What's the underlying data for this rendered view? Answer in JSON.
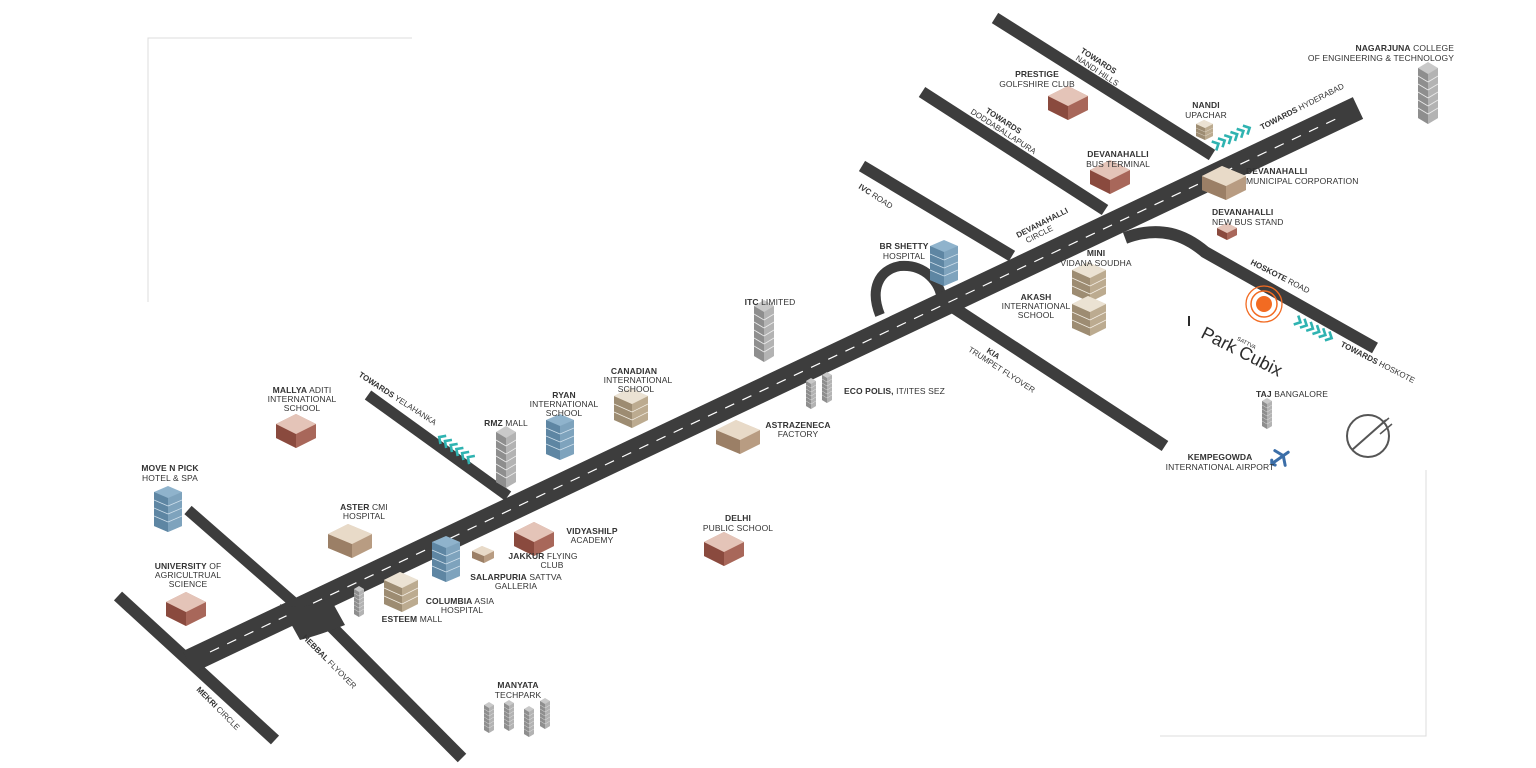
{
  "colors": {
    "road": "#3d3d3d",
    "arrow": "#2fb3b1",
    "marker": "#f26b22",
    "plane": "#3b6ea8",
    "panel_border": "#dcdcdc"
  },
  "roads": {
    "towards_nandi_hills": {
      "bold": "TOWARDS",
      "text": "NANDI HILLS"
    },
    "towards_doddaballapura": {
      "bold": "TOWARDS",
      "text": "DODDABALLAPURA"
    },
    "ivc_road": {
      "bold": "IVC",
      "text": "ROAD"
    },
    "devanahalli_circle": {
      "bold": "DEVANAHALLI",
      "text": "CIRCLE"
    },
    "towards_hyderabad": {
      "bold": "TOWARDS",
      "text": "HYDERABAD"
    },
    "hoskote_road": {
      "bold": "HOSKOTE",
      "text": "ROAD"
    },
    "towards_hoskote": {
      "bold": "TOWARDS",
      "text": "HOSKOTE"
    },
    "kia_trumpet": {
      "bold": "KIA",
      "text": "TRUMPET FLYOVER"
    },
    "towards_yelahanka": {
      "bold": "TOWARDS",
      "text": "YELAHANKA"
    },
    "hebbal_flyover": {
      "bold": "HEBBAL",
      "text": "FLYOVER"
    },
    "mekri_circle": {
      "bold": "MEKRI",
      "text": "CIRCLE"
    }
  },
  "landmarks": {
    "nagarjuna": {
      "bold": "NAGARJUNA",
      "line1": "COLLEGE",
      "line2": "OF ENGINEERING & TECHNOLOGY"
    },
    "prestige": {
      "bold": "PRESTIGE",
      "line2": "GOLFSHIRE CLUB"
    },
    "nandi_upachar": {
      "bold": "NANDI",
      "line2": "UPACHAR"
    },
    "devanahalli_bus_terminal": {
      "bold": "DEVANAHALLI",
      "line2": "BUS TERMINAL"
    },
    "devanahalli_municipal": {
      "bold": "DEVANAHALLI",
      "line2": "MUNICIPAL CORPORATION"
    },
    "devanahalli_new_bus_stand": {
      "bold": "DEVANAHALLI",
      "line2": "NEW BUS STAND"
    },
    "mini_vidana_soudha": {
      "bold": "MINI",
      "line2": "VIDANA SOUDHA"
    },
    "akash_school": {
      "bold": "AKASH",
      "line2": "INTERNATIONAL",
      "line3": "SCHOOL"
    },
    "br_shetty": {
      "bold": "BR SHETTY",
      "line2": "HOSPITAL"
    },
    "itc": {
      "bold": "ITC",
      "line1": "LIMITED"
    },
    "canadian_school": {
      "bold": "CANADIAN",
      "line2": "INTERNATIONAL",
      "line3": "SCHOOL"
    },
    "ryan_school": {
      "bold": "RYAN",
      "line2": "INTERNATIONAL",
      "line3": "SCHOOL"
    },
    "rmz_mall": {
      "bold": "RMZ",
      "line1": "MALL"
    },
    "mallya_school": {
      "bold": "MALLYA",
      "line1": "ADITI",
      "line2": "INTERNATIONAL",
      "line3": "SCHOOL"
    },
    "eco_polis": {
      "bold": "ECO POLIS,",
      "line1": "IT/ITES SEZ"
    },
    "astrazeneca": {
      "bold": "ASTRAZENECA",
      "line2": "FACTORY"
    },
    "taj": {
      "bold": "TAJ",
      "line1": "BANGALORE"
    },
    "kempegowda": {
      "bold": "KEMPEGOWDA",
      "line2": "INTERNATIONAL AIRPORT"
    },
    "move_n_pick": {
      "bold": "MOVE N PICK",
      "line2": "HOTEL & SPA"
    },
    "aster_cmi": {
      "bold": "ASTER",
      "line1": "CMI",
      "line2": "HOSPITAL"
    },
    "vidyashilp": {
      "bold": "VIDYASHILP",
      "line2": "ACADEMY"
    },
    "jakkur": {
      "bold": "JAKKUR",
      "line1": "FLYING",
      "line2": "CLUB"
    },
    "salarpuria": {
      "bold": "SALARPURIA",
      "line1": "SATTVA",
      "line2": "GALLERIA"
    },
    "delhi_public_school": {
      "bold": "DELHI",
      "line2": "PUBLIC SCHOOL"
    },
    "university_agri": {
      "bold": "UNIVERSITY",
      "line1": "OF",
      "line2": "AGRICULTRUAL",
      "line3": "SCIENCE"
    },
    "columbia_asia": {
      "bold": "COLUMBIA",
      "line1": "ASIA",
      "line2": "HOSPITAL"
    },
    "esteem_mall": {
      "bold": "ESTEEM",
      "line1": "MALL"
    },
    "manyata": {
      "bold": "MANYATA",
      "line2": "TECHPARK"
    }
  },
  "project": {
    "brand": "Park Cubix",
    "maker": "SATTVA"
  }
}
